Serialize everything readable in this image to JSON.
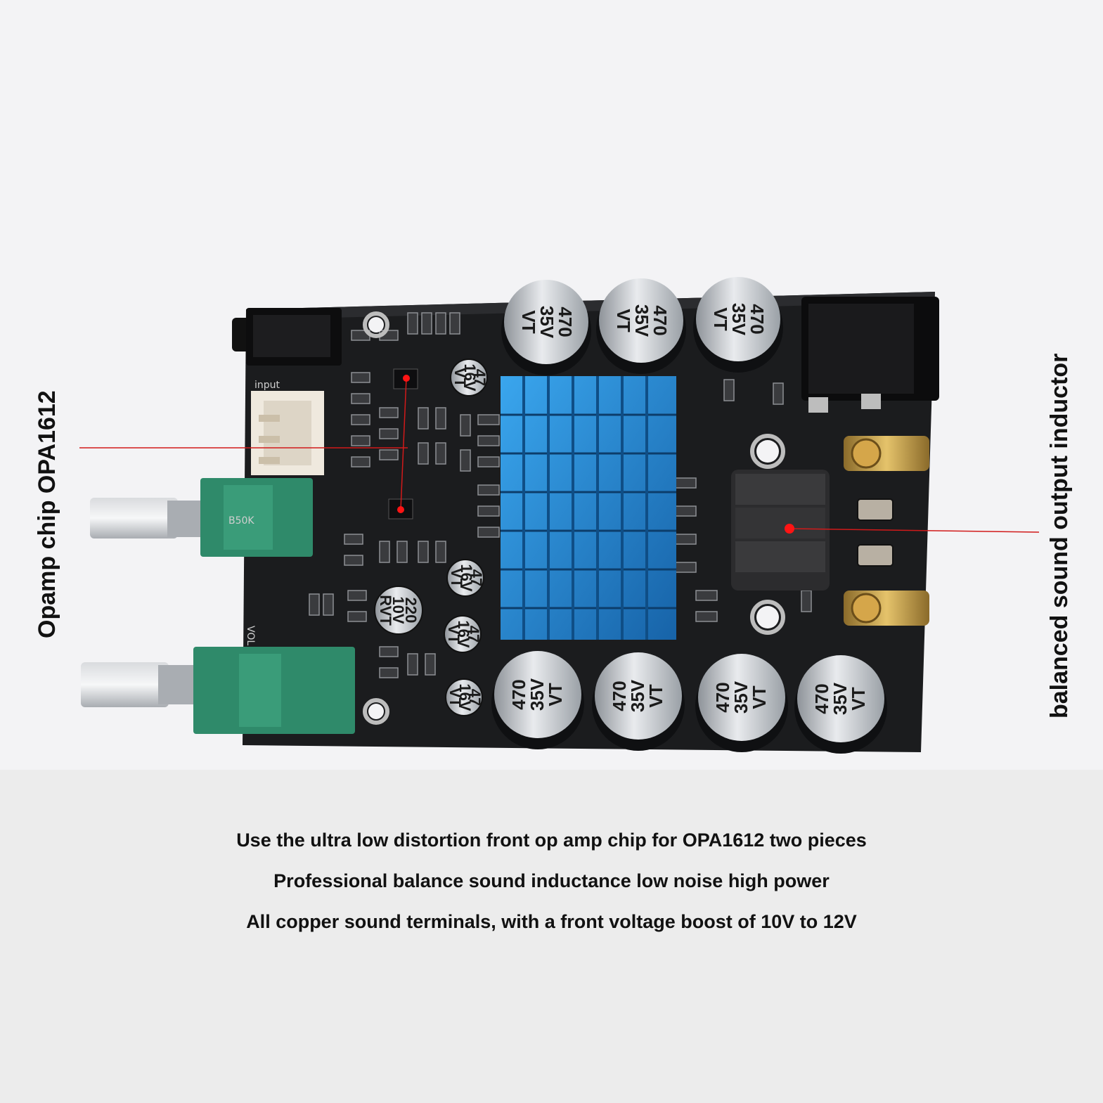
{
  "labels": {
    "opamp_chip": "Opamp chip OPA1612",
    "inductor": "balanced sound output inductor"
  },
  "captions": [
    "Use the ultra low distortion front op amp chip for OPA1612 two pieces",
    "Professional balance sound inductance low noise high power",
    "All copper sound terminals, with a front voltage boost of 10V to 12V"
  ],
  "board": {
    "big_cap": {
      "line1": "470",
      "line2": "35V",
      "line3": "VT"
    },
    "small_cap_16v": {
      "line1": "47",
      "line2": "16V",
      "line3": "VT"
    },
    "small_cap_10v": {
      "line1": "220",
      "line2": "10V",
      "line3": "RVT"
    },
    "silk_input": "input",
    "silk_vol": "VOL",
    "pot_marking": "B50K",
    "colors": {
      "pcb": "#1b1c1e",
      "heatsink": "#2a8fd6",
      "pot_body": "#2f8a6a",
      "callout_line": "#d11a1a"
    }
  }
}
